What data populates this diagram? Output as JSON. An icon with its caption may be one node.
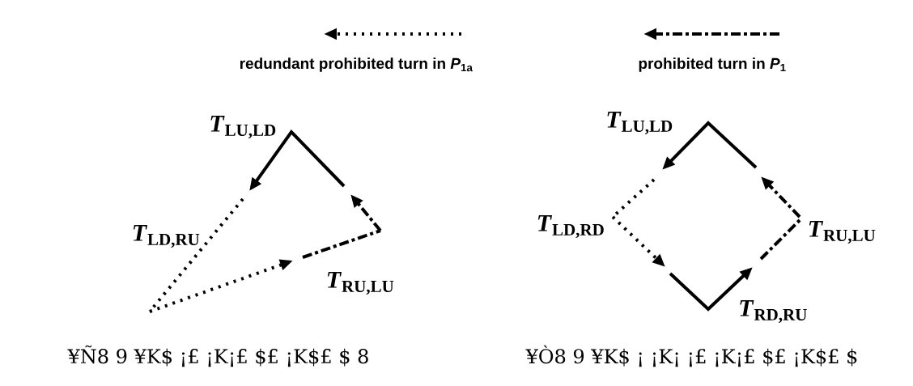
{
  "diagram": {
    "labels": [
      "*T*$_{LU,LD}$",
      "*T*$_{LD,RU}$",
      "*T*$_{RU,LU}$",
      "*T*$_{LU,LD}$",
      "*T*$_{LD,RD}$",
      "*T*$_{RU,LU}$",
      "*T*$_{RD,RU}$",
      "¥Ñ8 9 ¥K$ ¡£ ¡K¡£ $£ ¡K$£ $ 8",
      "¥Ò8 9 ¥K$ ¡ ¡K¡ ¡£ ¡K¡£ $£ ¡K$£ $"
    ],
    "legend": [
      {
        "text": "redundant prohibited turn in *P*$_{1a}$"
      },
      {
        "text": "prohibited turn in *P*$_{1}$"
      }
    ]
  }
}
